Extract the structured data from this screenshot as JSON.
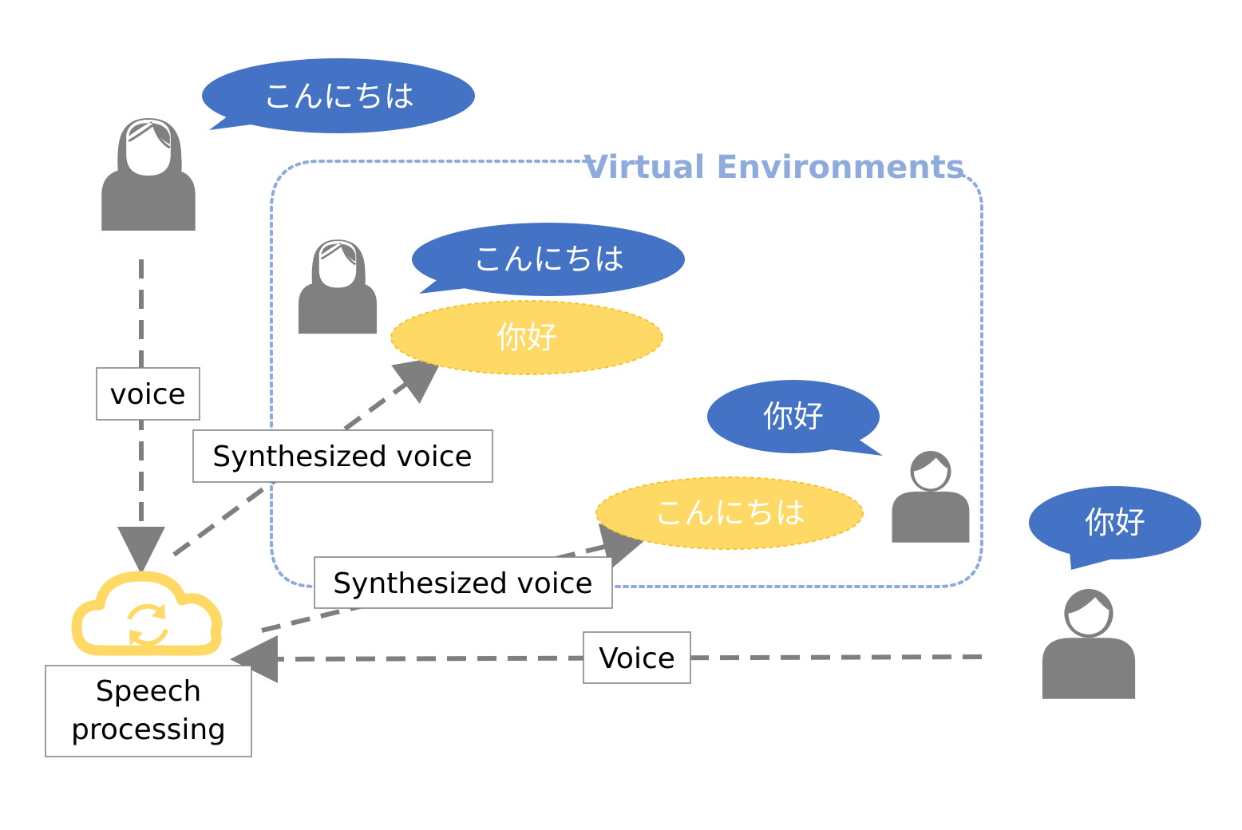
{
  "environment": {
    "title": "Virtual Environments"
  },
  "bubbles": {
    "speaker_ja": "こんにちは",
    "avatar_ja": "こんにちは",
    "avatar_translated_zh": "你好",
    "avatar_zh": "你好",
    "avatar_translated_ja": "こんにちは",
    "speaker_zh": "你好"
  },
  "labels": {
    "voice": "voice",
    "synth_voice_1": "Synthesized voice",
    "synth_voice_2": "Synthesized voice",
    "voice_right": "Voice",
    "speech_processing_line1": "Speech",
    "speech_processing_line2": "processing"
  },
  "colors": {
    "speech_bubble": "#4472c4",
    "synth_bubble": "#ffd966",
    "environment_border": "#8faadc",
    "person": "#808080",
    "arrow": "#7f7f7f",
    "cloud": "#ffd966"
  },
  "icons": [
    "person-female-icon",
    "person-male-icon",
    "cloud-sync-icon"
  ]
}
